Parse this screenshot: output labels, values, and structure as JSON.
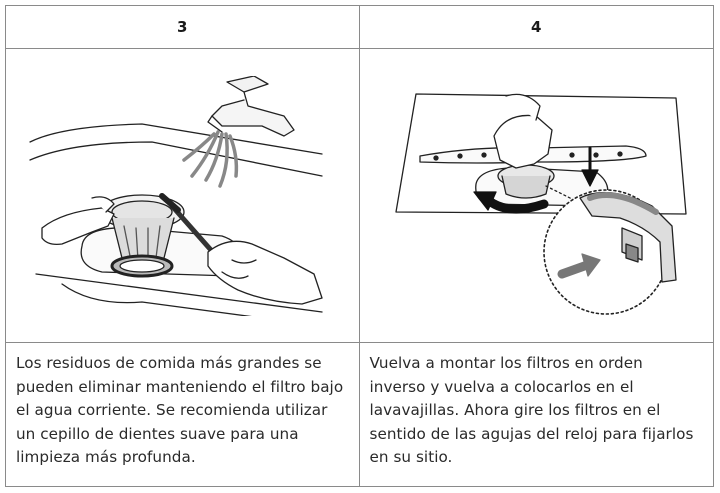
{
  "steps": [
    {
      "number": "3",
      "image_alt": "Hand brushing the dishwasher filter under running tap water",
      "text": "Los residuos de comida más grandes se pueden eliminar manteniendo el filtro bajo el agua corriente. Se recomienda utilizar un cepillo de dientes suave para una limpieza más profunda."
    },
    {
      "number": "4",
      "image_alt": "Hand reinstalling and rotating the filter clockwise inside the dishwasher",
      "text": "Vuelva a montar los filtros en orden inverso y vuelva a colocarlos en el lavavajillas. Ahora gire los filtros en el sentido de las agujas del reloj para fijarlos en su sitio."
    }
  ]
}
